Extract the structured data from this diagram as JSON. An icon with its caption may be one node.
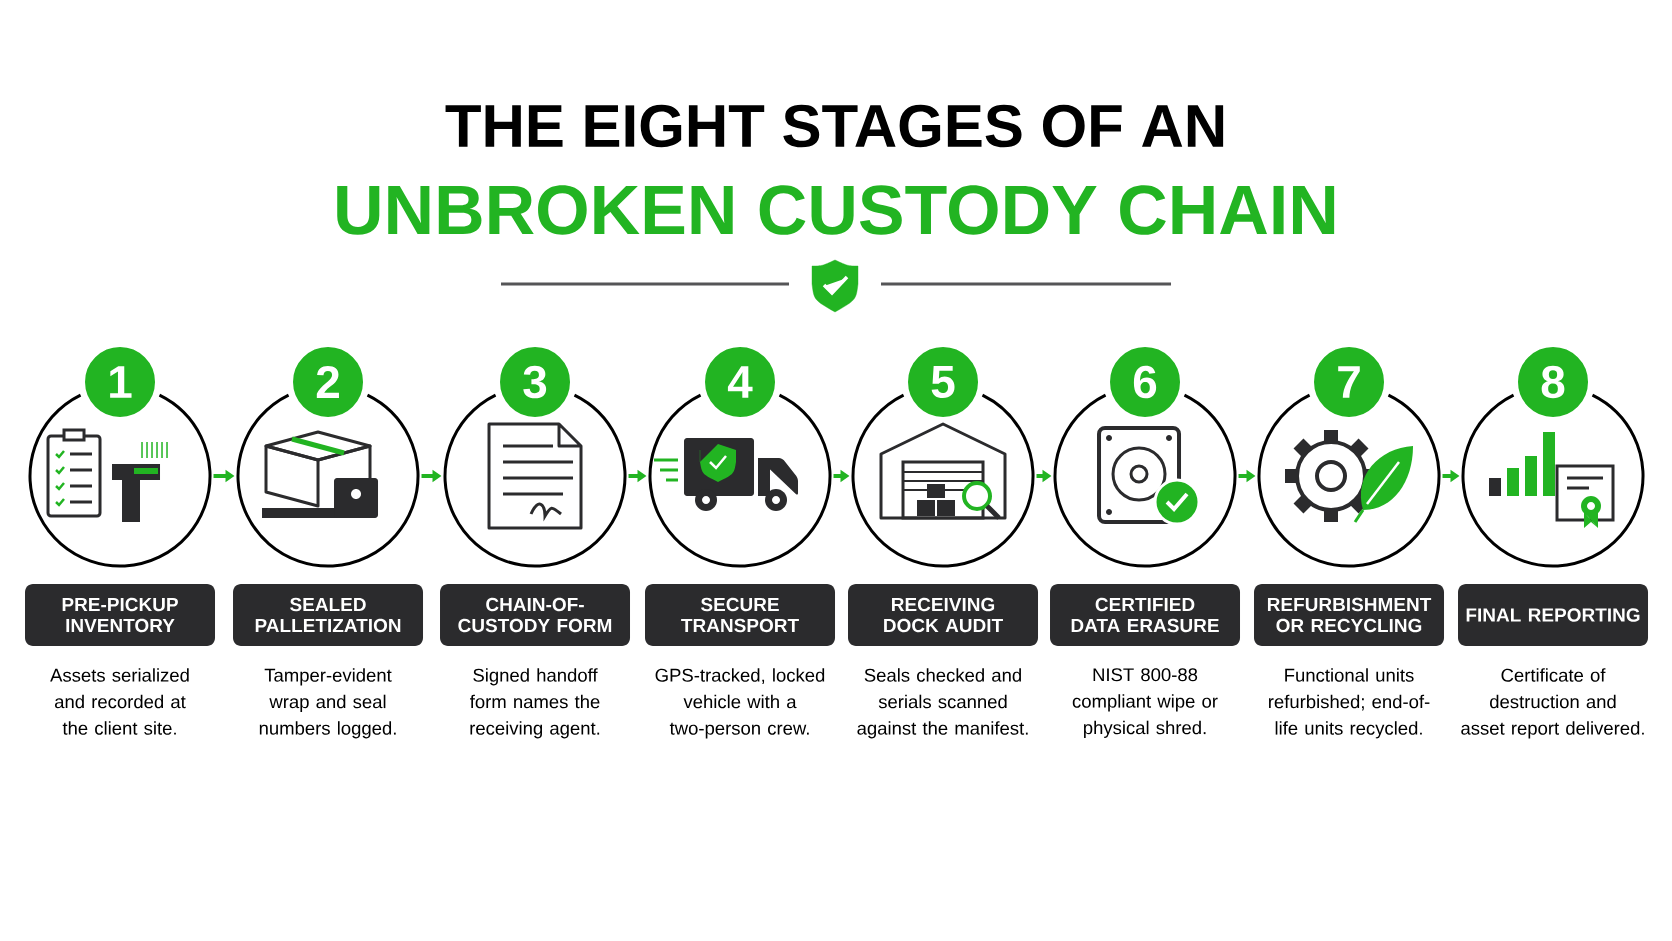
{
  "diagram": {
    "title": "THE EIGHT STAGES OF AN",
    "labels": [
      "UNBROKEN CUSTODY CHAIN"
    ],
    "nodes": [
      {
        "text": [
          "1"
        ]
      },
      {
        "text": [],
        "shape": "circle"
      },
      {
        "text": [
          "PRE-PICKUP INVENTORY"
        ],
        "beside": [
          "Assets serialized and recorded at the client site."
        ]
      },
      {
        "text": [
          "2"
        ]
      },
      {
        "text": [],
        "shape": "circle"
      },
      {
        "text": [
          "SEALED PALLETIZATION"
        ],
        "beside": [
          "Tamper-evident wrap and seal numbers logged."
        ]
      },
      {
        "text": [
          "3"
        ]
      },
      {
        "text": [],
        "shape": "circle"
      },
      {
        "text": [
          "CHAIN-OF-CUSTODY FORM"
        ],
        "beside": [
          "Signed handoff form names the receiving agent."
        ]
      },
      {
        "text": [
          "4"
        ]
      },
      {
        "text": [],
        "shape": "circle"
      },
      {
        "text": [
          "SECURE TRANSPORT"
        ],
        "beside": [
          "GPS-tracked, locked vehicle with a two-person crew."
        ]
      },
      {
        "text": [
          "5"
        ]
      },
      {
        "text": [],
        "shape": "circle"
      },
      {
        "text": [
          "RECEIVING DOCK AUDIT"
        ],
        "beside": [
          "Seals checked and serials scanned against the manifest."
        ]
      },
      {
        "text": [
          "6"
        ]
      },
      {
        "text": [],
        "shape": "circle"
      },
      {
        "text": [
          "CERTIFIED DATA ERASURE"
        ],
        "beside": [
          "NIST 800-88 compliant wipe or physical shred."
        ]
      },
      {
        "text": [
          "7"
        ]
      },
      {
        "text": [],
        "shape": "circle"
      },
      {
        "text": [
          "REFURBISHMENT OR RECYCLING"
        ],
        "beside": [
          "Functional units refurbished; end-of-life units recycled."
        ]
      },
      {
        "text": [
          "8"
        ]
      },
      {
        "text": [],
        "shape": "circle"
      },
      {
        "text": [
          "FINAL REPORTING"
        ],
        "beside": [
          "Certificate of destruction and asset report delivered."
        ]
      }
    ],
    "edges": [
      {
        "from": 1,
        "to": 4,
        "arrow": "to"
      },
      {
        "from": 4,
        "to": 7,
        "arrow": "to"
      },
      {
        "from": 7,
        "to": 10,
        "arrow": "to"
      },
      {
        "from": 10,
        "to": 13,
        "arrow": "to"
      },
      {
        "from": 13,
        "to": 16,
        "arrow": "to"
      },
      {
        "from": 16,
        "to": 19,
        "arrow": "to"
      },
      {
        "from": 19,
        "to": 22,
        "arrow": "to"
      }
    ]
  }
}
